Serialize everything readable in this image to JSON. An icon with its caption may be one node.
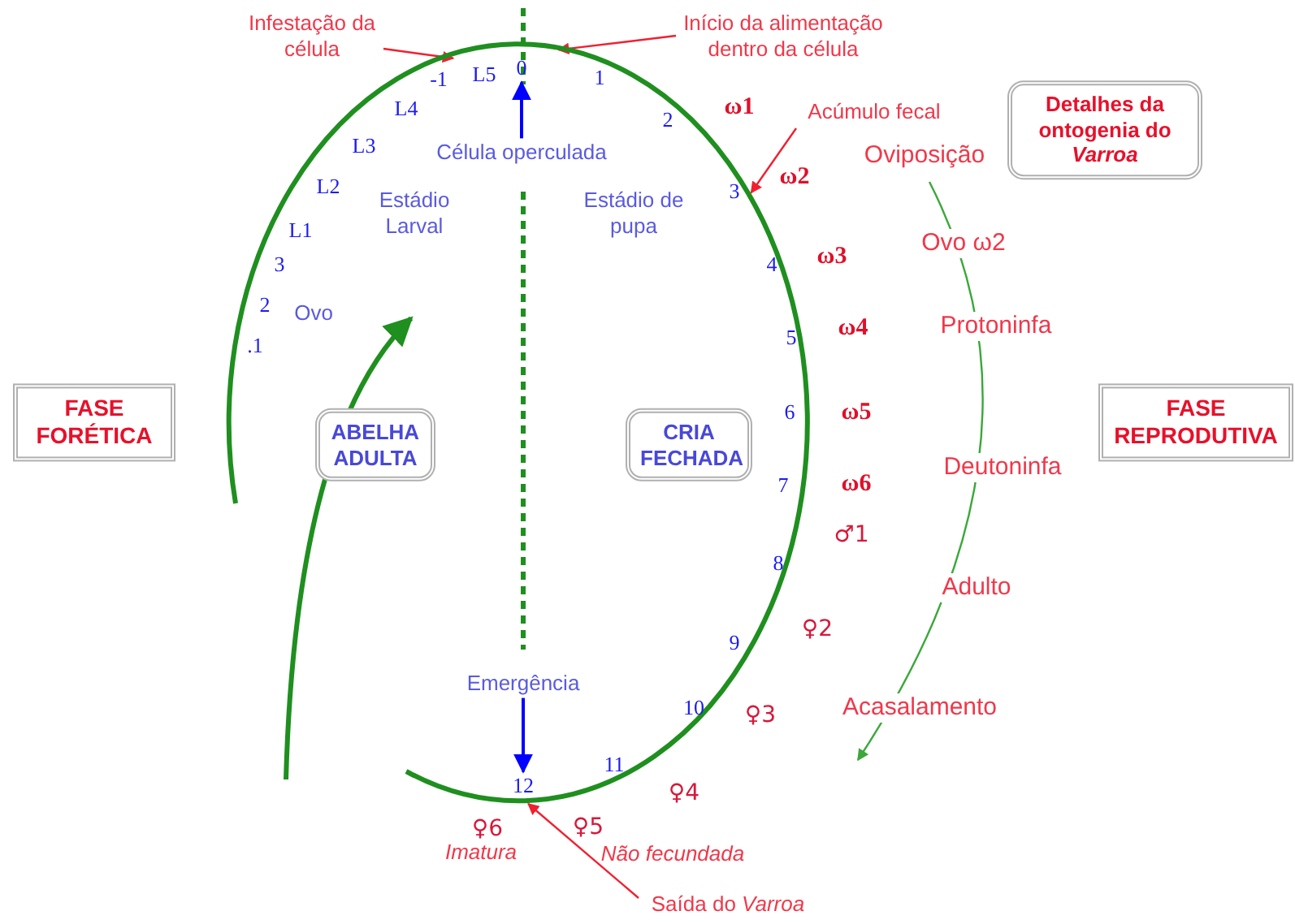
{
  "diagram": {
    "nodes": [
      {
        "text": [
          "Infestação da célula"
        ]
      },
      {
        "text": [
          "Início da alimentação dentro da célula"
        ]
      },
      {
        "text": [
          "Detalhes da ontogenia do *Varroa*"
        ]
      },
      {
        "text": [
          "Acúmulo fecal"
        ]
      },
      {
        "text": [],
        "shape": "circle"
      },
      {
        "text": [
          "0"
        ],
        "in": 4
      },
      {
        "text": [
          "Célula operculada"
        ],
        "in": 4
      },
      {
        "text": [
          "FASE FORÉTICA"
        ]
      },
      {
        "text": [
          "ABELHA ADULTA"
        ],
        "in": 4
      },
      {
        "text": [
          "CRIA FECHADA"
        ],
        "in": 4
      },
      {
        "text": [
          "FASE REPRODUTIVA"
        ]
      },
      {
        "text": [
          "Emergência"
        ],
        "in": 4
      },
      {
        "text": [
          "12"
        ],
        "in": 4
      },
      {
        "text": [
          "Saída do *Varroa*"
        ]
      }
    ],
    "edges": [
      {
        "from": 0,
        "to": 4,
        "arrow": "to"
      },
      {
        "from": 1,
        "to": 4,
        "arrow": "to"
      },
      {
        "from": 3,
        "to": 4,
        "arrow": "to"
      },
      {
        "from": 6,
        "to": 5,
        "arrow": "to",
        "color": "#0000ff"
      },
      {
        "from": 11,
        "to": 12,
        "arrow": "to",
        "color": "#0000ff"
      },
      {
        "from": 13,
        "to": 4,
        "arrow": "to"
      }
    ],
    "labels": [
      "-1",
      "L5",
      "1",
      "L4",
      "2",
      "ω1",
      "L3",
      "Oviposição",
      "L2",
      "3",
      "ω2",
      "L1",
      "Estádio Larval",
      "Estádio de pupa",
      "Ovo ω2",
      "3",
      "4",
      "ω3",
      "2",
      "Ovo",
      "5",
      "ω4",
      "Protoninfa",
      ".1",
      "6",
      "ω5",
      "7",
      "ω6",
      "Deutoninfa",
      "♂1",
      "8",
      "Adulto",
      "♀2",
      "9",
      "10",
      "♀3",
      "Acasalamento",
      "11",
      "♀4",
      "♀6",
      "♀5",
      "Imatura",
      "Não fecundada"
    ]
  }
}
